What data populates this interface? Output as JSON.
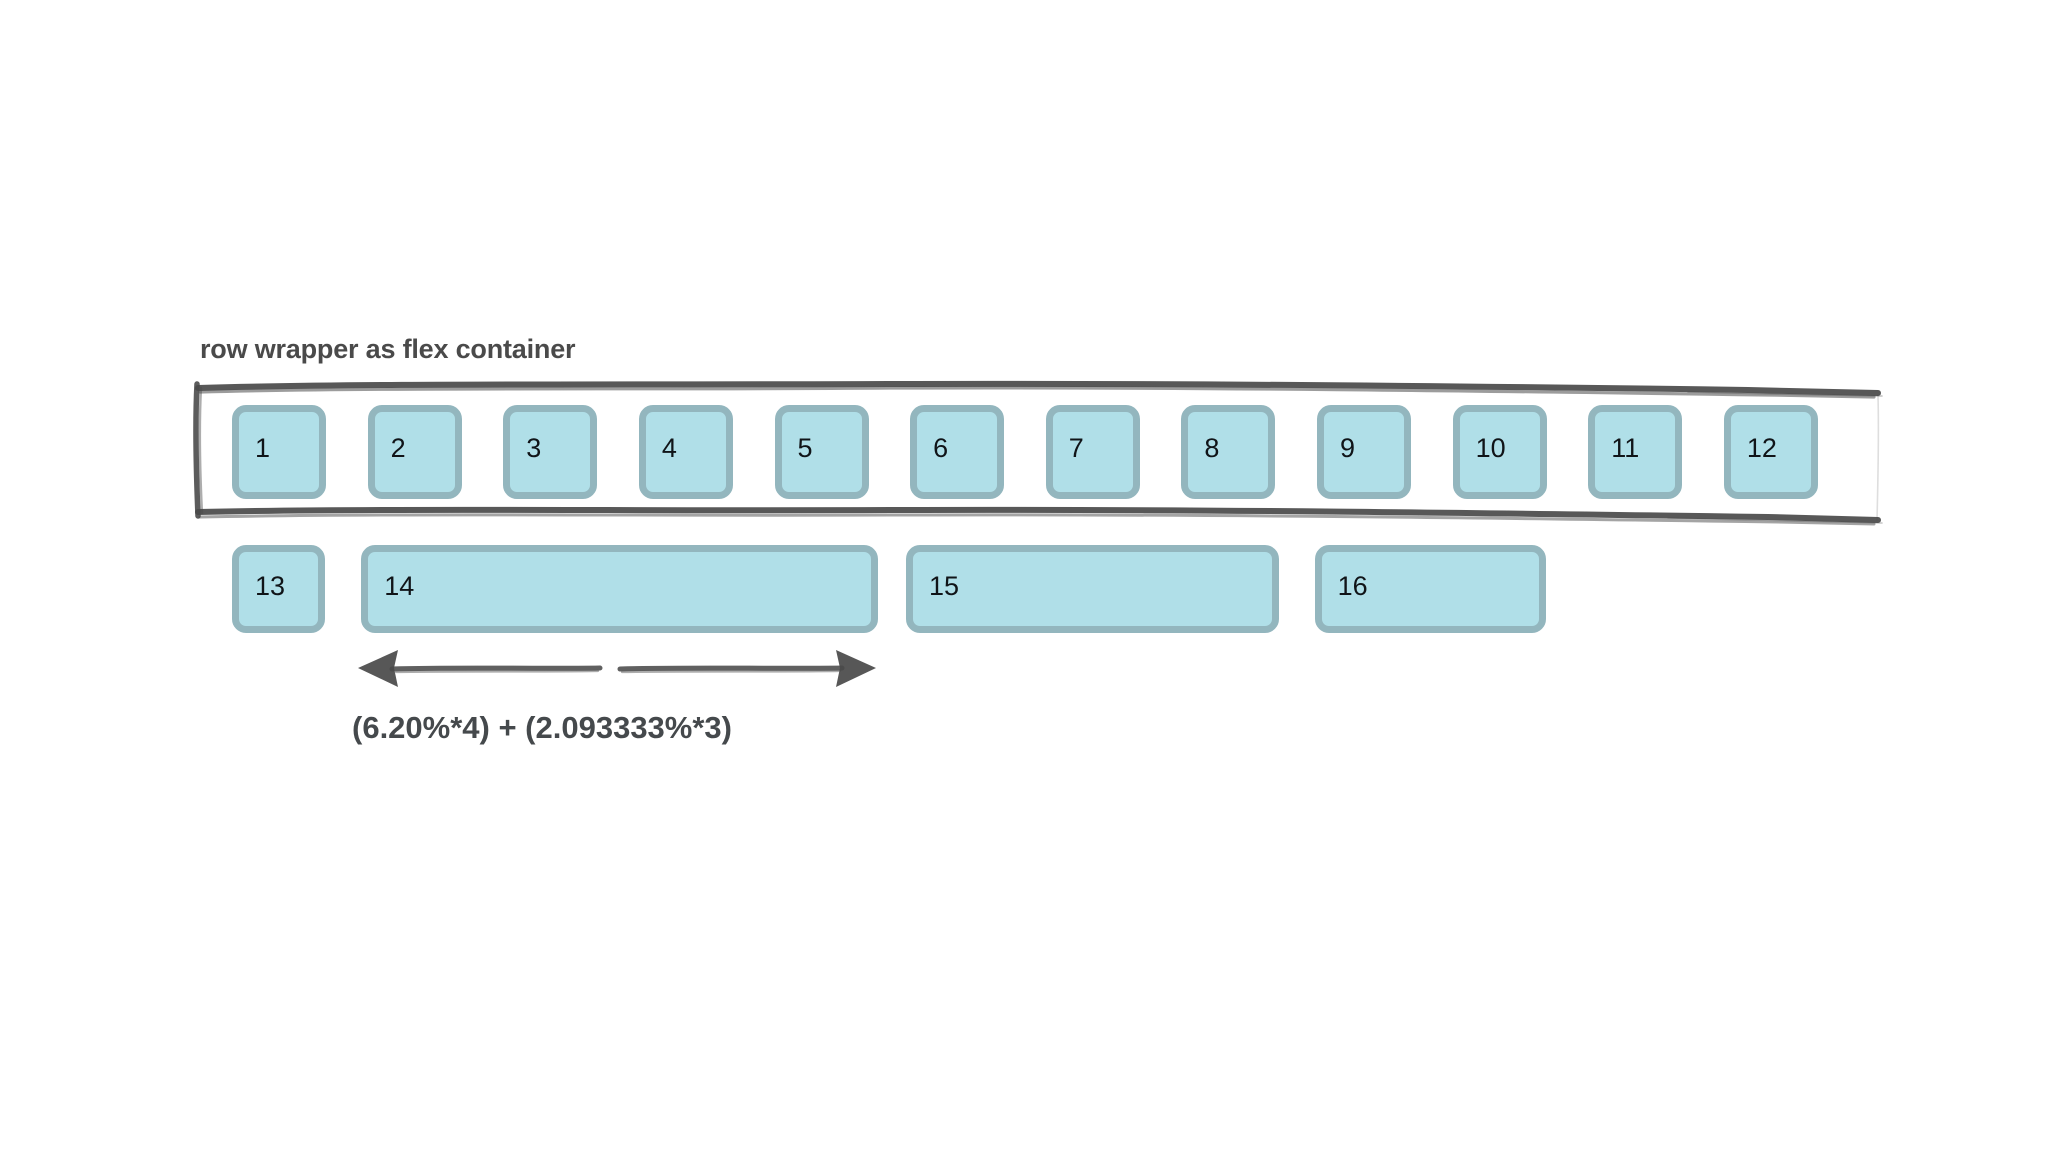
{
  "diagram": {
    "caption": "row wrapper as flex container",
    "formula": "(6.20%*4) + (2.093333%*3)",
    "colors": {
      "box_fill": "#b0dfe8",
      "box_border": "#93b6be",
      "sketch_stroke": "#4a4a4a",
      "text": "#101418",
      "caption_text": "#4a4a4a",
      "background": "#ffffff"
    },
    "container": {
      "label": "row wrapper as flex container",
      "style": "hand-drawn sketch outline"
    },
    "rows": [
      {
        "name": "row-1",
        "inside_container": true,
        "items": [
          {
            "label": "1"
          },
          {
            "label": "2"
          },
          {
            "label": "3"
          },
          {
            "label": "4"
          },
          {
            "label": "5"
          },
          {
            "label": "6"
          },
          {
            "label": "7"
          },
          {
            "label": "8"
          },
          {
            "label": "9"
          },
          {
            "label": "10"
          },
          {
            "label": "11"
          },
          {
            "label": "12"
          }
        ]
      },
      {
        "name": "row-2",
        "inside_container": false,
        "items": [
          {
            "label": "13"
          },
          {
            "label": "14"
          },
          {
            "label": "15"
          },
          {
            "label": "16"
          }
        ]
      }
    ],
    "annotation": {
      "arrow": "double-headed-horizontal-arrow",
      "arrow_label": "(6.20%*4) + (2.093333%*3)"
    }
  }
}
